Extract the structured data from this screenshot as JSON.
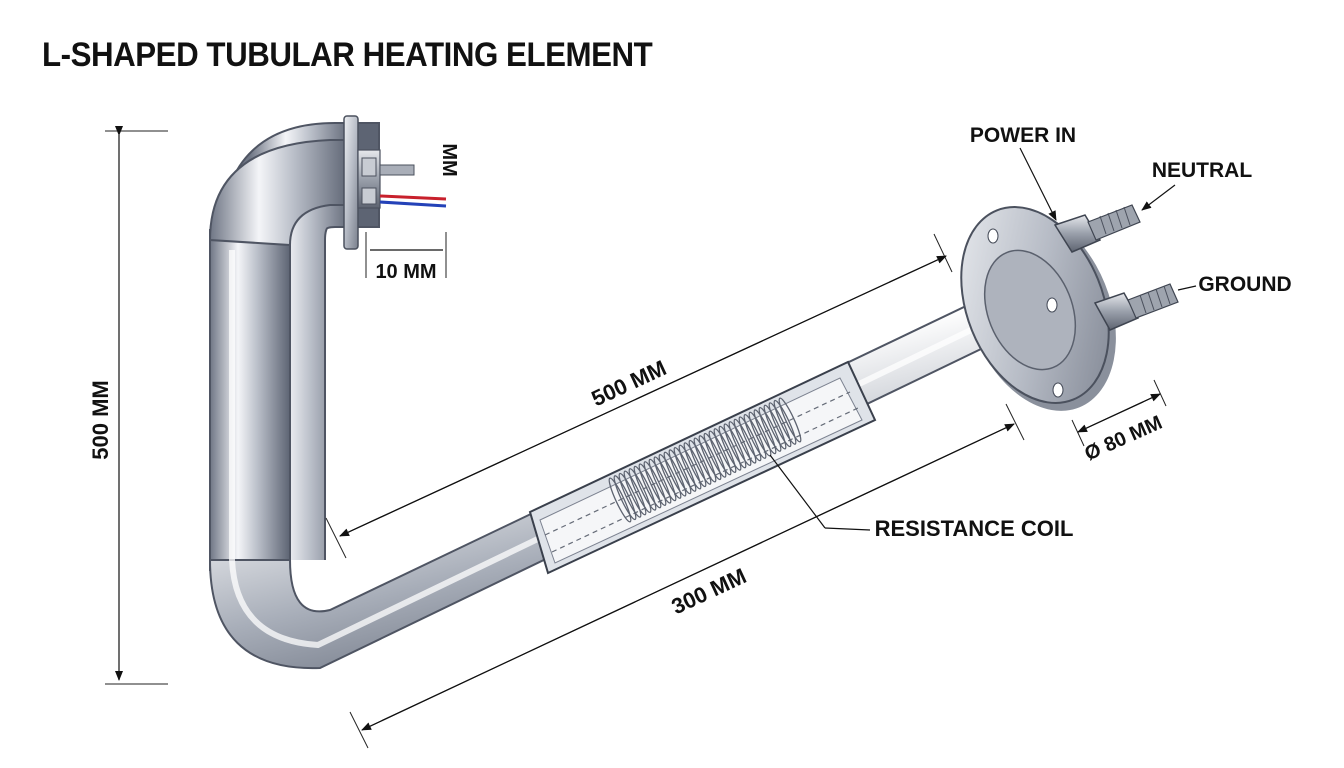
{
  "title": "L-SHAPED TUBULAR HEATING ELEMENT",
  "labels": {
    "height_dim": "500 MM",
    "length_dim": "500 MM",
    "section_dim": "300 MM",
    "terminal_gap_dim": "10 MM",
    "terminal_vertical_dim": "MM",
    "flange_dia_dim": "Ø 80 MM",
    "power_in": "POWER IN",
    "neutral": "NEUTRAL",
    "ground": "GROUND",
    "resistance_coil": "RESISTANCE COIL"
  },
  "colors": {
    "metal_dark": "#6f7685",
    "metal_mid": "#b9bec8",
    "metal_light": "#f4f5f8",
    "wire_red": "#c8202c",
    "wire_blue": "#2442b8",
    "ink": "#111111"
  }
}
